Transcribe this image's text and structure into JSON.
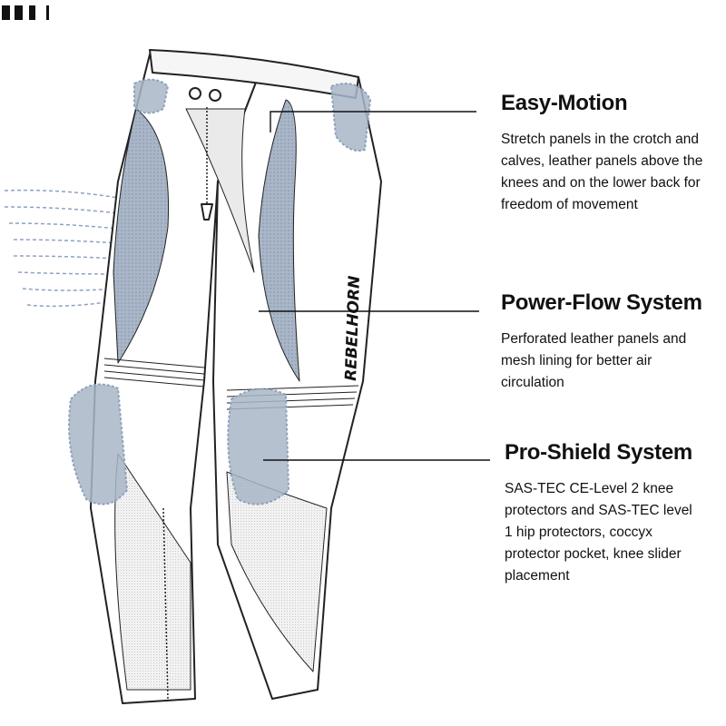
{
  "brand_logo": "REBELHORN",
  "features": [
    {
      "title": "Easy-Motion",
      "description": "Stretch panels in the crotch and calves, leather panels above the knees and on the lower back for freedom of movement"
    },
    {
      "title": "Power-Flow System",
      "description": "Perforated leather panels and mesh lining for better air circulation"
    },
    {
      "title": "Pro-Shield System",
      "description": "SAS-TEC CE-Level 2 knee protectors and SAS-TEC level 1 hip protectors, coccyx protector pocket, knee slider placement"
    }
  ],
  "colors": {
    "mesh": "#a9b6c8",
    "protector": "#8fa2bb",
    "outline": "#222222"
  }
}
